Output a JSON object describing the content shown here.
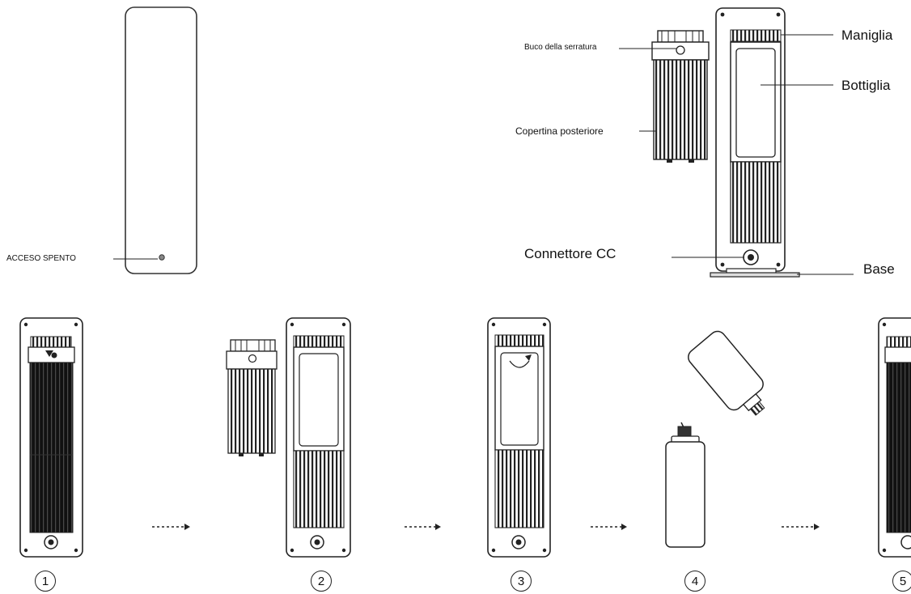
{
  "labels": {
    "on_off": "ACCESO SPENTO",
    "keyhole": "Buco della serratura",
    "back_cover": "Copertina posteriore",
    "handle": "Maniglia",
    "bottle": "Bottiglia",
    "dc_connector": "Connettore CC",
    "base": "Base"
  },
  "steps": [
    "1",
    "2",
    "3",
    "4",
    "5"
  ],
  "colors": {
    "line": "#222222",
    "fill_dark": "#111111",
    "bg": "#ffffff"
  }
}
